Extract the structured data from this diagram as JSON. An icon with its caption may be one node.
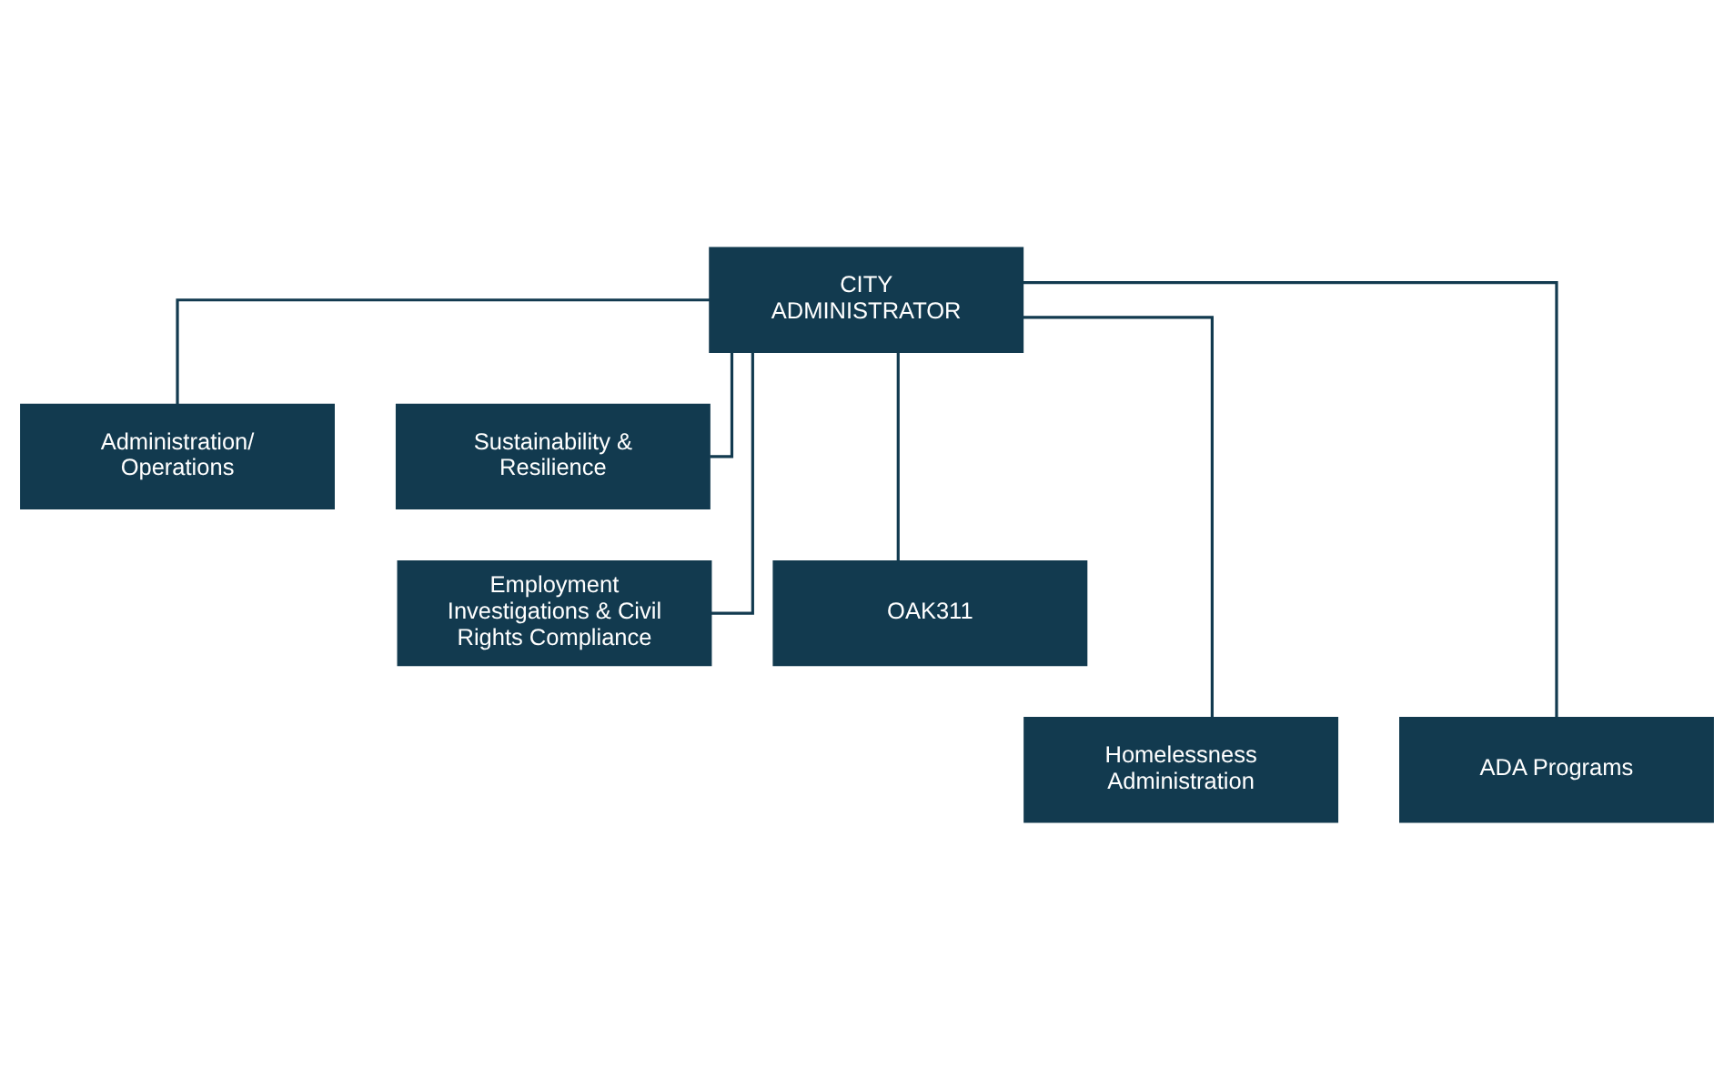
{
  "diagram": {
    "nodes": [
      {
        "text": [
          "CITY ADMINISTRATOR"
        ]
      },
      {
        "text": [
          "Administration/ Operations"
        ]
      },
      {
        "text": [
          "Sustainability & Resilience"
        ]
      },
      {
        "text": [
          "Employment Investigations & Civil Rights Compliance"
        ]
      },
      {
        "text": [
          "OAK311"
        ]
      },
      {
        "text": [
          "Homelessness Administration"
        ]
      },
      {
        "text": [
          "ADA Programs"
        ]
      }
    ],
    "edges": [
      {
        "from": 0,
        "to": 1,
        "arrow": "none"
      },
      {
        "from": 0,
        "to": 2,
        "arrow": "none"
      },
      {
        "from": 0,
        "to": 3,
        "arrow": "none"
      },
      {
        "from": 0,
        "to": 4,
        "arrow": "none"
      },
      {
        "from": 0,
        "to": 5,
        "arrow": "none"
      },
      {
        "from": 0,
        "to": 6,
        "arrow": "none"
      }
    ]
  }
}
